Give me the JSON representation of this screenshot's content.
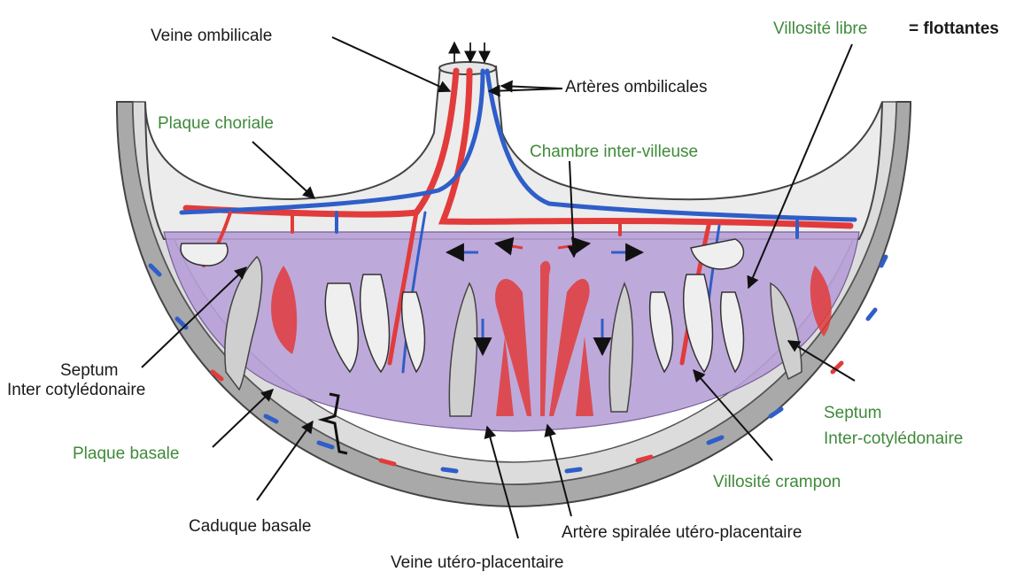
{
  "colors": {
    "green_label": "#3f8a3a",
    "black_label": "#1a1a1a",
    "artery": "#e23b3b",
    "vein": "#2f5ec9",
    "intervillous": "#b59ad6",
    "decidua": "#a9a9a9",
    "chorionic": "#e4e4e4"
  },
  "labels": {
    "veine_ombilicale": "Veine ombilicale",
    "arteres_ombilicales": "Artères ombilicales",
    "villosite_libre": "Villosité libre",
    "flottantes": "= flottantes",
    "plaque_choriale": "Plaque choriale",
    "chambre_inter_villeuse": "Chambre inter-villeuse",
    "septum_left_1": "Septum",
    "septum_left_2": "Inter cotylédonaire",
    "plaque_basale": "Plaque basale",
    "caduque_basale": "Caduque basale",
    "septum_right_1": "Septum",
    "septum_right_2": "Inter-cotylédonaire",
    "villosite_crampon": "Villosité crampon",
    "artere_spiralee": "Artère spiralée utéro-placentaire",
    "veine_utero": "Veine utéro-placentaire"
  }
}
